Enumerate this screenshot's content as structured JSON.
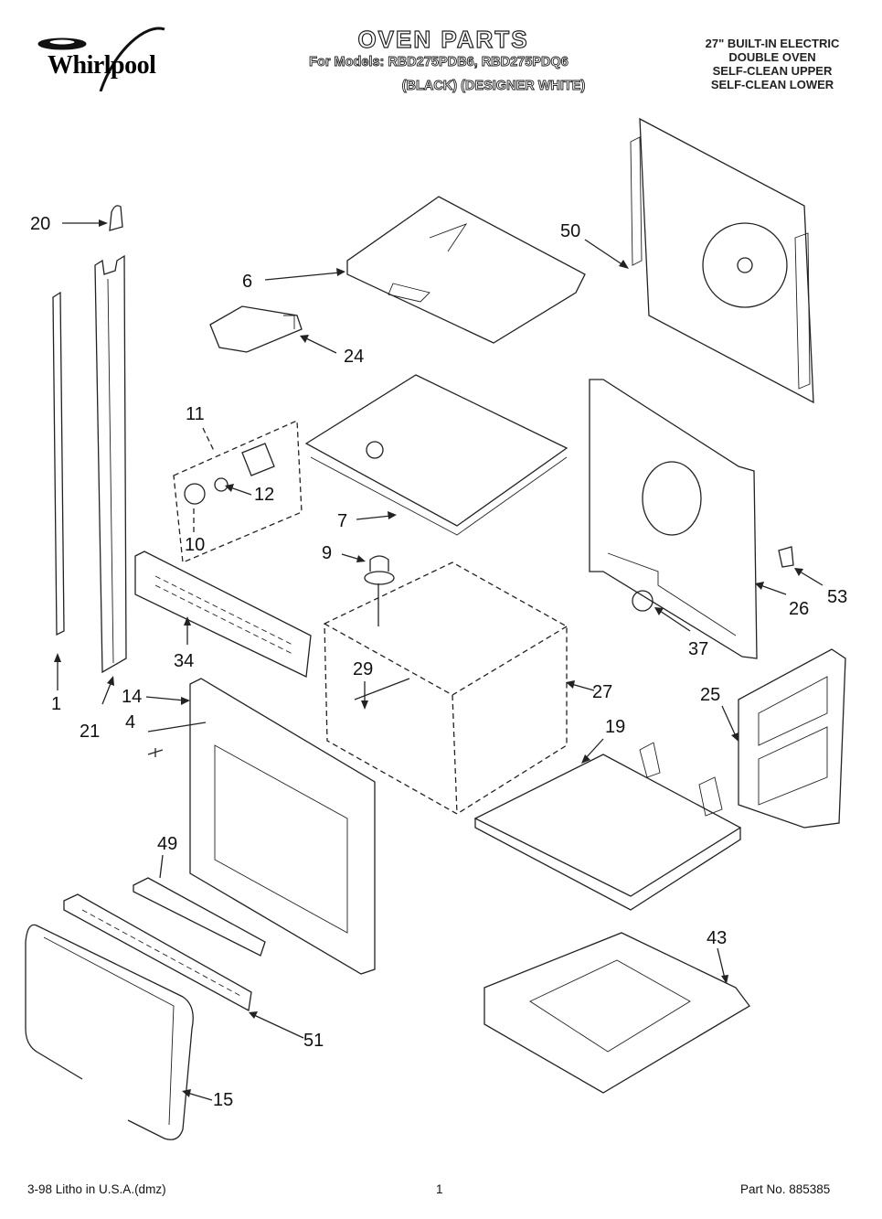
{
  "brand": {
    "name": "Whirlpool",
    "logo_icon": "whirlpool-swirl-logo"
  },
  "header": {
    "title": "OVEN PARTS",
    "models_line": "For Models: RBD275PDB6, RBD275PDQ6",
    "variants_line": "(BLACK)  (DESIGNER WHITE)",
    "description": [
      "27\" BUILT-IN ELECTRIC",
      "DOUBLE OVEN",
      "SELF-CLEAN UPPER",
      "SELF-CLEAN LOWER"
    ]
  },
  "callouts": [
    {
      "id": "20",
      "label": "20"
    },
    {
      "id": "6",
      "label": "6"
    },
    {
      "id": "50",
      "label": "50"
    },
    {
      "id": "24",
      "label": "24"
    },
    {
      "id": "11",
      "label": "11"
    },
    {
      "id": "12",
      "label": "12"
    },
    {
      "id": "10",
      "label": "10"
    },
    {
      "id": "7",
      "label": "7"
    },
    {
      "id": "9",
      "label": "9"
    },
    {
      "id": "53",
      "label": "53"
    },
    {
      "id": "26",
      "label": "26"
    },
    {
      "id": "37",
      "label": "37"
    },
    {
      "id": "34",
      "label": "34"
    },
    {
      "id": "1",
      "label": "1"
    },
    {
      "id": "21",
      "label": "21"
    },
    {
      "id": "14",
      "label": "14"
    },
    {
      "id": "4",
      "label": "4"
    },
    {
      "id": "29",
      "label": "29"
    },
    {
      "id": "27",
      "label": "27"
    },
    {
      "id": "25",
      "label": "25"
    },
    {
      "id": "19",
      "label": "19"
    },
    {
      "id": "49",
      "label": "49"
    },
    {
      "id": "43",
      "label": "43"
    },
    {
      "id": "51",
      "label": "51"
    },
    {
      "id": "15",
      "label": "15"
    }
  ],
  "footer": {
    "print_info": "3-98 Litho in U.S.A.(dmz)",
    "page_number": "1",
    "part_number": "Part No. 885385"
  }
}
